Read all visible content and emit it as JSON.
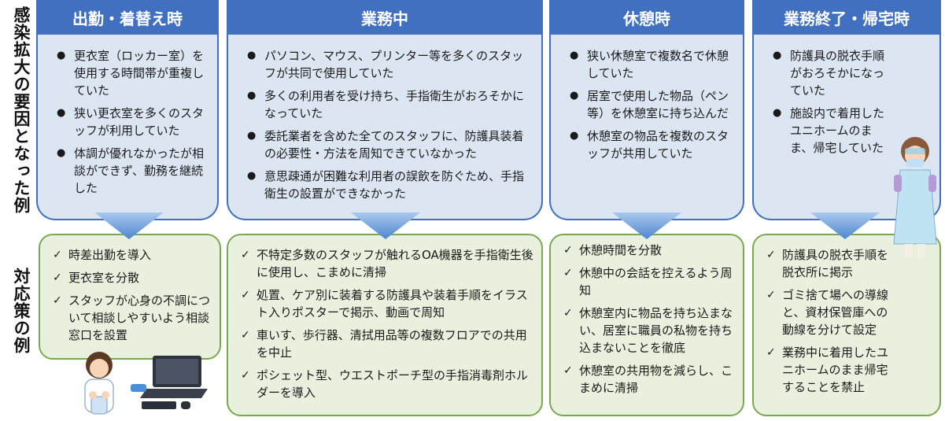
{
  "labels": {
    "cause_row": "感染拡大の要因となった例",
    "measure_row": "対応策の例"
  },
  "columns": [
    {
      "header": "出勤・着替え時",
      "causes": [
        "更衣室（ロッカー室）を使用する時間帯が重複していた",
        "狭い更衣室を多くのスタッフが利用していた",
        "体調が優れなかったが相談ができず、勤務を継続した"
      ],
      "measures": [
        "時差出勤を導入",
        "更衣室を分散",
        "スタッフが心身の不調について相談しやすいよう相談窓口を設置"
      ]
    },
    {
      "header": "業務中",
      "causes": [
        "パソコン、マウス、プリンター等を多くのスタッフが共同で使用していた",
        "多くの利用者を受け持ち、手指衛生がおろそかになっていた",
        "委託業者を含めた全てのスタッフに、防護具装着の必要性・方法を周知できていなかった",
        "意思疎通が困難な利用者の誤飲を防ぐため、手指衛生の設置ができなかった"
      ],
      "measures": [
        "不特定多数のスタッフが触れるOA機器を手指衛生後に使用し、こまめに清掃",
        "処置、ケア別に装着する防護具や装着手順をイラスト入りポスターで掲示、動画で周知",
        "車いす、歩行器、清拭用品等の複数フロアでの共用を中止",
        "ポシェット型、ウエストポーチ型の手指消毒剤ホルダーを導入"
      ]
    },
    {
      "header": "休憩時",
      "causes": [
        "狭い休憩室で複数名で休憩していた",
        "居室で使用した物品（ペン等）を休憩室に持ち込んだ",
        "休憩室の物品を複数のスタッフが共用していた"
      ],
      "measures": [
        "休憩時間を分散",
        "休憩中の会話を控えるよう周知",
        "休憩室内に物品を持ち込まない、居室に職員の私物を持ち込まないことを徹底",
        "休憩室の共用物を減らし、こまめに清掃"
      ]
    },
    {
      "header": "業務終了・帰宅時",
      "causes": [
        "防護具の脱衣手順がおろそかになっていた",
        "施設内で着用したユニホームのまま、帰宅していた"
      ],
      "measures": [
        "防護具の脱衣手順を脱衣所に掲示",
        "ゴミ捨て場への導線と、資材保管庫への動線を分けて設定",
        "業務中に着用したユニホームのまま帰宅することを禁止"
      ]
    }
  ],
  "colors": {
    "header_blue": "#4170c0",
    "cause_bg": "#dce6f3",
    "measure_bg": "#e9f1de",
    "measure_border": "#79a850"
  },
  "icons": [
    "nurse-washing-hands-illustration",
    "laptop-illustration",
    "staff-in-protective-gear-illustration"
  ]
}
